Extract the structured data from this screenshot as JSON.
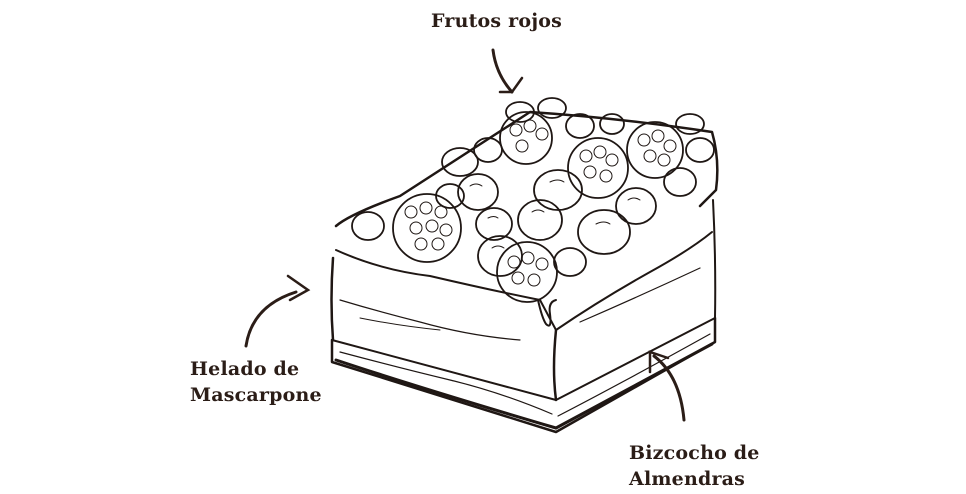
{
  "labels": {
    "top": {
      "line1": "Frutos rojos"
    },
    "left": {
      "line1": "Helado de",
      "line2": "Mascarpone"
    },
    "right": {
      "line1": "Bizcocho de",
      "line2": "Almendras"
    }
  },
  "colors": {
    "ink": "#2b1d17",
    "background": "#ffffff"
  }
}
